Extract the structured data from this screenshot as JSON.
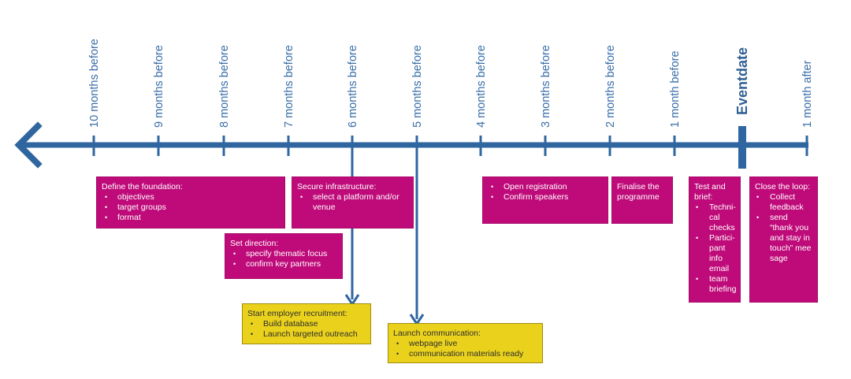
{
  "timeline": {
    "ticks": [
      {
        "label": "10 months before"
      },
      {
        "label": "9 months before"
      },
      {
        "label": "8 months before"
      },
      {
        "label": "7 months before"
      },
      {
        "label": "6 months before"
      },
      {
        "label": "5 months before"
      },
      {
        "label": "4 months before"
      },
      {
        "label": "3 months before"
      },
      {
        "label": "2 months before"
      },
      {
        "label": "1 month before"
      },
      {
        "label": "Eventdate"
      },
      {
        "label": "1 month after"
      }
    ],
    "colors": {
      "axis": "#2f66a0",
      "magenta": "#bf0b7a",
      "yellow": "#ead21c"
    }
  },
  "boxes": {
    "foundation": {
      "title": "Define the foundation:",
      "items": [
        "objectives",
        "target groups",
        "format"
      ]
    },
    "infrastructure": {
      "title": "Secure infrastructure:",
      "items": [
        "select a platform and/or venue"
      ]
    },
    "direction": {
      "title": "Set direction:",
      "items": [
        "specify thematic focus",
        "confirm key partners"
      ]
    },
    "employer": {
      "title": "Start employer recruitment:",
      "items": [
        "Build database",
        "Launch targeted outreach"
      ]
    },
    "communication": {
      "title": "Launch communication:",
      "items": [
        "webpage live",
        "communication materials ready"
      ]
    },
    "registration": {
      "items": [
        "Open registration",
        "Confirm speakers"
      ]
    },
    "programme": {
      "title": "Finalise the programme"
    },
    "testbrief": {
      "title": "Test and brief:",
      "items": [
        "Techni-cal checks",
        "Partici-pant info email",
        "team briefing"
      ]
    },
    "closeloop": {
      "title": "Close the loop:",
      "items": [
        "Collect feedback",
        "send “thank you and stay in touch” mee sage"
      ]
    }
  }
}
